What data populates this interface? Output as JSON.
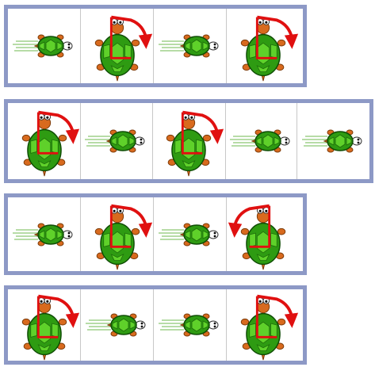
{
  "colors": {
    "border": "#8d99c6",
    "shell": "#2e9b12",
    "shell_pattern": "#5fd12a",
    "skin": "#d86a1e",
    "arrow": "#e01010",
    "speed_lines": "#9fd08a"
  },
  "rows": [
    {
      "cards": [
        {
          "kind": "move-forward",
          "icon": "turtle-forward-icon"
        },
        {
          "kind": "turn-right",
          "icon": "turtle-turn-right-icon"
        },
        {
          "kind": "move-forward",
          "icon": "turtle-forward-icon"
        },
        {
          "kind": "turn-right",
          "icon": "turtle-turn-right-icon"
        }
      ]
    },
    {
      "cards": [
        {
          "kind": "turn-right",
          "icon": "turtle-turn-right-icon"
        },
        {
          "kind": "move-forward",
          "icon": "turtle-forward-icon"
        },
        {
          "kind": "turn-right",
          "icon": "turtle-turn-right-icon"
        },
        {
          "kind": "move-forward",
          "icon": "turtle-forward-icon"
        },
        {
          "kind": "move-forward",
          "icon": "turtle-forward-icon"
        }
      ]
    },
    {
      "cards": [
        {
          "kind": "move-forward",
          "icon": "turtle-forward-icon"
        },
        {
          "kind": "turn-right",
          "icon": "turtle-turn-right-icon"
        },
        {
          "kind": "move-forward",
          "icon": "turtle-forward-icon"
        },
        {
          "kind": "turn-left",
          "icon": "turtle-turn-left-icon"
        }
      ]
    },
    {
      "cards": [
        {
          "kind": "turn-right",
          "icon": "turtle-turn-right-icon"
        },
        {
          "kind": "move-forward",
          "icon": "turtle-forward-icon"
        },
        {
          "kind": "move-forward",
          "icon": "turtle-forward-icon"
        },
        {
          "kind": "turn-right",
          "icon": "turtle-turn-right-icon"
        }
      ]
    }
  ]
}
